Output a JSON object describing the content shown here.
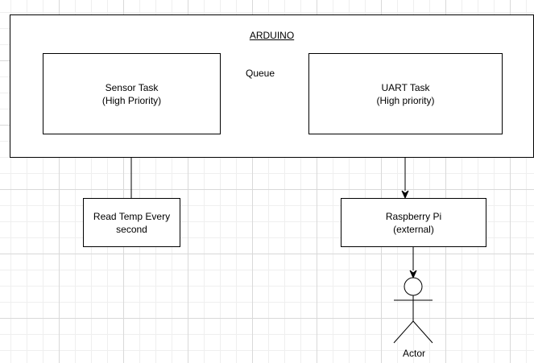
{
  "diagram": {
    "container": {
      "label": "ARDUINO"
    },
    "nodes": {
      "sensor_task": "Sensor Task\n(High Priority)",
      "uart_task": "UART Task\n(High priority)",
      "read_temp": "Read Temp Every\nsecond",
      "raspberry_pi": "Raspberry Pi\n(external)"
    },
    "edges": {
      "queue_label": "Queue"
    },
    "actor": {
      "label": "Actor"
    }
  }
}
